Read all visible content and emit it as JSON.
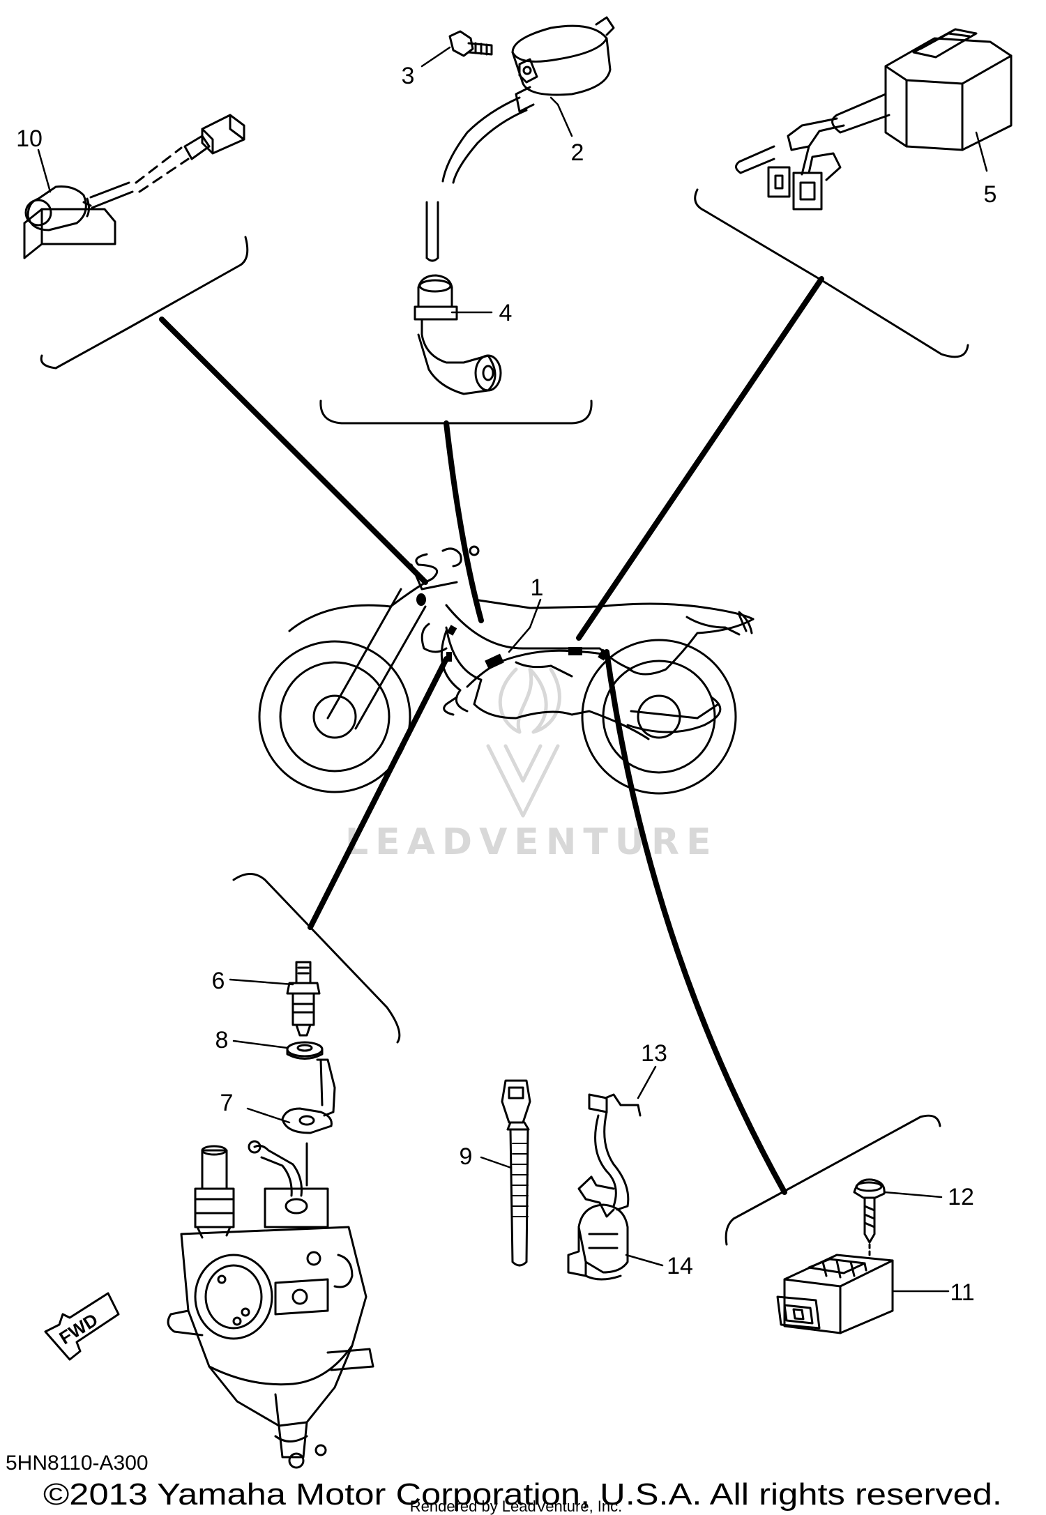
{
  "callouts": [
    {
      "id": "c1",
      "text": "1"
    },
    {
      "id": "c2",
      "text": "2"
    },
    {
      "id": "c3",
      "text": "3"
    },
    {
      "id": "c4",
      "text": "4"
    },
    {
      "id": "c5",
      "text": "5"
    },
    {
      "id": "c6",
      "text": "6"
    },
    {
      "id": "c7",
      "text": "7"
    },
    {
      "id": "c8",
      "text": "8"
    },
    {
      "id": "c9",
      "text": "9"
    },
    {
      "id": "c10",
      "text": "10"
    },
    {
      "id": "c11",
      "text": "11"
    },
    {
      "id": "c12",
      "text": "12"
    },
    {
      "id": "c13",
      "text": "13"
    },
    {
      "id": "c14",
      "text": "14"
    }
  ],
  "fwd_label": "FWD",
  "diagram_code": "5HN8110-A300",
  "copyright": "©2013 Yamaha Motor Corporation, U.S.A. All rights reserved.",
  "rendered_by": "Rendered by LeadVenture, Inc.",
  "watermark": "LEADVENTURE",
  "colors": {
    "ink": "#000000",
    "watermark": "#d8d8d8",
    "background": "#ffffff"
  }
}
